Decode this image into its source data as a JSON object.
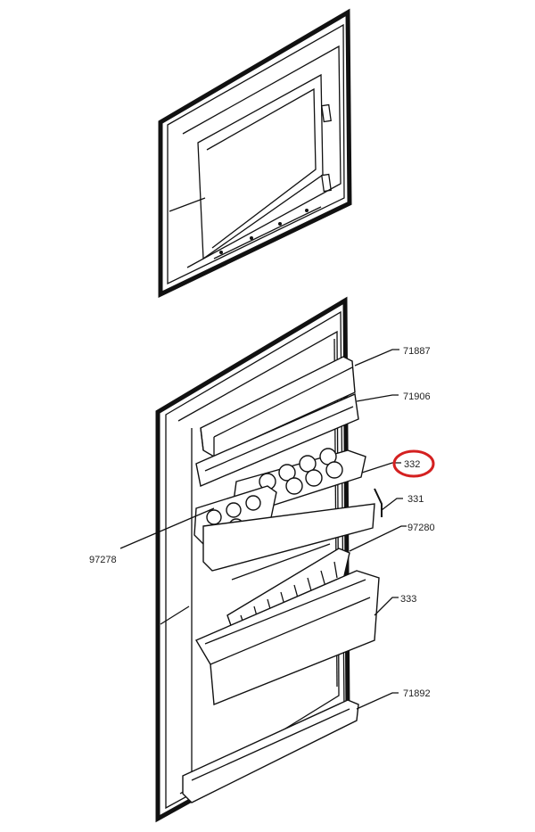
{
  "diagram": {
    "parts": [
      {
        "id": "71887",
        "label": "71887"
      },
      {
        "id": "71906",
        "label": "71906"
      },
      {
        "id": "332",
        "label": "332",
        "highlighted": true
      },
      {
        "id": "331",
        "label": "331"
      },
      {
        "id": "97280",
        "label": "97280"
      },
      {
        "id": "333",
        "label": "333"
      },
      {
        "id": "71892",
        "label": "71892"
      },
      {
        "id": "97278",
        "label": "97278"
      }
    ],
    "highlight_color": "#d42020"
  }
}
